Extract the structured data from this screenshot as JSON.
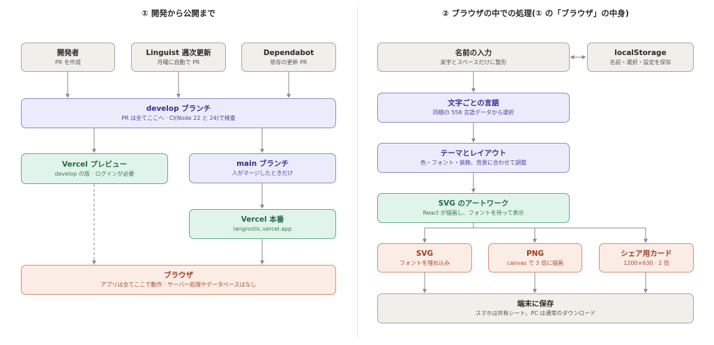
{
  "left": {
    "title": "① 開発から公開まで",
    "nodes": {
      "dev": {
        "title": "開発者",
        "sub": "PR を作成"
      },
      "linguist": {
        "title": "Linguist 週次更新",
        "sub": "月曜に自動で PR"
      },
      "dependabot": {
        "title": "Dependabot",
        "sub": "依存の更新 PR"
      },
      "develop": {
        "title": "develop ブランチ",
        "sub": "PR は全てここへ · CI(Node 22 と 24)で検査"
      },
      "preview": {
        "title": "Vercel プレビュー",
        "sub": "develop の版 · ログインが必要"
      },
      "main": {
        "title": "main ブランチ",
        "sub": "人がマージしたときだけ"
      },
      "prod": {
        "title": "Vercel 本番",
        "sub": "langrostic.vercel.app"
      },
      "browser": {
        "title": "ブラウザ",
        "sub": "アプリは全てここで動作 · サーバー処理やデータベースはなし"
      }
    }
  },
  "right": {
    "title": "② ブラウザの中での処理(① の「ブラウザ」の中身)",
    "nodes": {
      "input": {
        "title": "名前の入力",
        "sub": "英字とスペースだけに整形"
      },
      "storage": {
        "title": "localStorage",
        "sub": "名前・選択・設定を保存"
      },
      "lang": {
        "title": "文字ごとの言語",
        "sub": "同梱の 558 言語データから選択"
      },
      "theme": {
        "title": "テーマとレイアウト",
        "sub": "色・フォント・装飾、背景に合わせて調整"
      },
      "svgart": {
        "title": "SVG のアートワーク",
        "sub": "React が描画し、フォントを待って表示"
      },
      "svg": {
        "title": "SVG",
        "sub": "フォントを埋め込み"
      },
      "png": {
        "title": "PNG",
        "sub": "canvas で 3 倍に描画"
      },
      "card": {
        "title": "シェア用カード",
        "sub": "1200×630 · 2 倍"
      },
      "save": {
        "title": "端末に保存",
        "sub": "スマホは共有シート、PC は通常のダウンロード"
      }
    }
  },
  "colors": {
    "gray": "#f1efe9",
    "purple": "#ebebfb",
    "green": "#e1f4ea",
    "orange": "#fbece6",
    "arrow": "#8a8a8a"
  }
}
